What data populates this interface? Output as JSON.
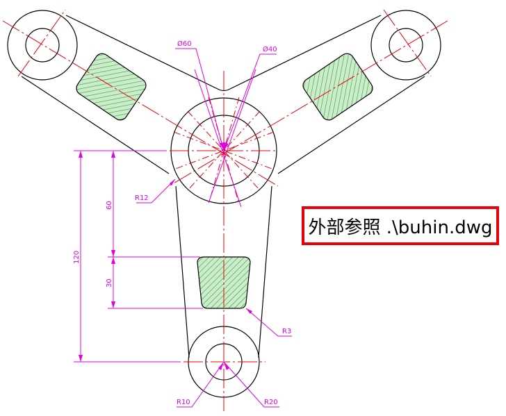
{
  "drawing": {
    "colors": {
      "outline": "#000000",
      "centerline": "#e8000b",
      "dimension": "#e000e0",
      "hatch": "#2ca02c",
      "hatch_fill": "#cdeccd",
      "callout_border": "#e8000b"
    },
    "dimensions": {
      "dia_large": "Ø60",
      "dia_small": "Ø40",
      "radius_hub": "R12",
      "radius_corner": "R3",
      "radius_hole": "R10",
      "radius_boss": "R20",
      "length_total": "120",
      "length_upper": "60",
      "length_slot": "30"
    }
  },
  "callout": {
    "text": "外部参照 .\\buhin.dwg"
  }
}
